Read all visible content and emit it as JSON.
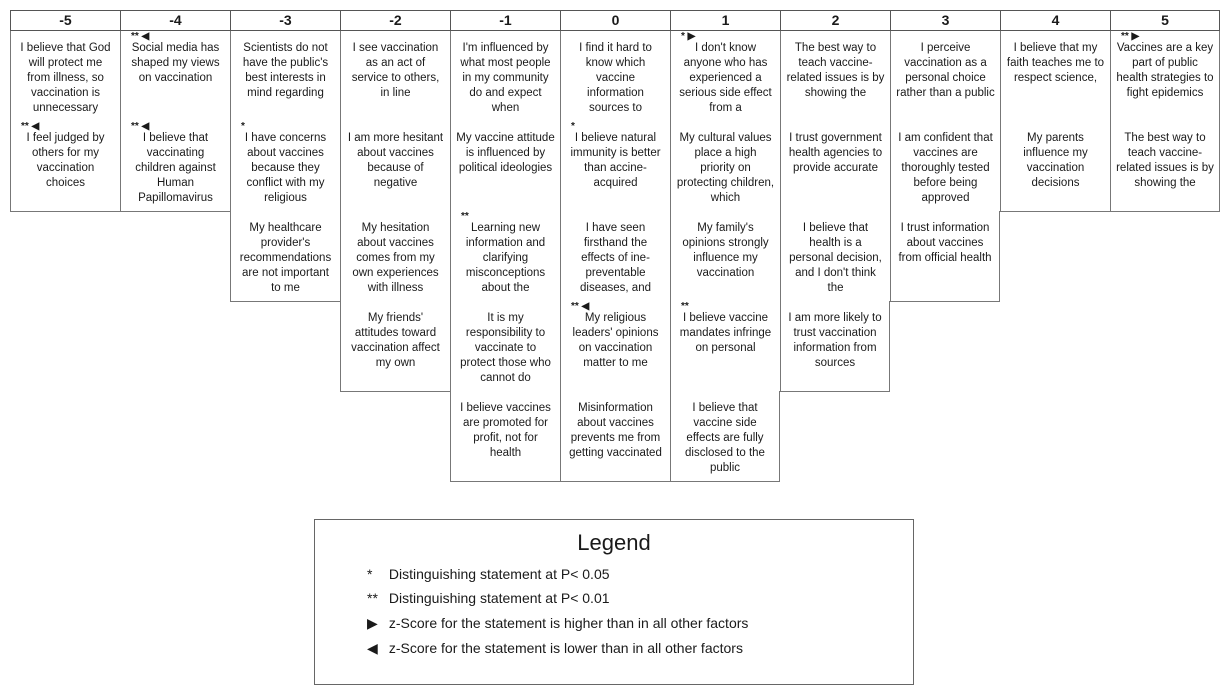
{
  "columns": [
    {
      "label": "-5",
      "cards": [
        {
          "marker": "",
          "text": "I believe that God will protect me from illness, so vaccination is unnecessary"
        },
        {
          "marker": "** ◀",
          "text": "I feel judged by others for my vaccination choices"
        }
      ]
    },
    {
      "label": "-4",
      "cards": [
        {
          "marker": "** ◀",
          "text": "Social media has shaped my views on vaccination"
        },
        {
          "marker": "** ◀",
          "text": "I believe that vaccinating children against Human Papillomavirus"
        }
      ]
    },
    {
      "label": "-3",
      "cards": [
        {
          "marker": "",
          "text": "Scientists do not have the public's best interests in mind regarding"
        },
        {
          "marker": "*",
          "text": "I have concerns about vaccines because they conflict with my religious"
        },
        {
          "marker": "",
          "text": "My healthcare provider's recommendations are not important to me"
        }
      ]
    },
    {
      "label": "-2",
      "cards": [
        {
          "marker": "",
          "text": "I see vaccination as an act of service to others, in line"
        },
        {
          "marker": "",
          "text": "I am more hesitant about vaccines because of negative"
        },
        {
          "marker": "",
          "text": "My hesitation about vaccines comes from my own experiences with illness"
        },
        {
          "marker": "",
          "text": "My friends' attitudes toward vaccination affect my own"
        }
      ]
    },
    {
      "label": "-1",
      "cards": [
        {
          "marker": "",
          "text": "I'm influenced by what most people in my community do and expect when"
        },
        {
          "marker": "",
          "text": "My vaccine attitude is influenced by political ideologies"
        },
        {
          "marker": "**",
          "text": "Learning new information and clarifying misconceptions about the"
        },
        {
          "marker": "",
          "text": "It is my responsibility to vaccinate to protect those who cannot do"
        },
        {
          "marker": "",
          "text": "I believe vaccines are promoted for profit, not for health"
        }
      ]
    },
    {
      "label": "0",
      "cards": [
        {
          "marker": "",
          "text": "I find it hard to know which vaccine information sources to"
        },
        {
          "marker": "*",
          "text": "I believe natural immunity is better than accine-acquired"
        },
        {
          "marker": "",
          "text": "I have seen firsthand the effects of ine-preventable diseases, and"
        },
        {
          "marker": "** ◀",
          "text": "My religious leaders' opinions on vaccination matter to me"
        },
        {
          "marker": "",
          "text": "Misinformation about vaccines prevents me from getting vaccinated"
        }
      ]
    },
    {
      "label": "1",
      "cards": [
        {
          "marker": "* ▶",
          "text": "I don't know anyone who has experienced a serious side effect from a"
        },
        {
          "marker": "",
          "text": "My cultural values place a high priority on protecting children, which"
        },
        {
          "marker": "",
          "text": "My family's opinions strongly influence my vaccination"
        },
        {
          "marker": "**",
          "text": "I believe vaccine mandates infringe on personal"
        },
        {
          "marker": "",
          "text": "I believe that vaccine side effects are fully disclosed to the public"
        }
      ]
    },
    {
      "label": "2",
      "cards": [
        {
          "marker": "",
          "text": "The best way to teach vaccine-related issues is by showing the"
        },
        {
          "marker": "",
          "text": "I trust government health agencies to provide accurate"
        },
        {
          "marker": "",
          "text": "I believe that health is a personal decision, and I don't think the"
        },
        {
          "marker": "",
          "text": "I am more likely to trust vaccination information from sources"
        }
      ]
    },
    {
      "label": "3",
      "cards": [
        {
          "marker": "",
          "text": "I perceive vaccination as a personal choice rather than a public"
        },
        {
          "marker": "",
          "text": "I am confident that vaccines are thoroughly tested before being approved"
        },
        {
          "marker": "",
          "text": "I trust information about vaccines from official health"
        }
      ]
    },
    {
      "label": "4",
      "cards": [
        {
          "marker": "",
          "text": "I believe that my faith teaches me to respect science,"
        },
        {
          "marker": "",
          "text": "My parents influence my vaccination decisions"
        }
      ]
    },
    {
      "label": "5",
      "cards": [
        {
          "marker": "** ▶",
          "text": "Vaccines are a key part of public health strategies to fight epidemics"
        },
        {
          "marker": "",
          "text": "The best way to teach vaccine-related issues is by showing the"
        }
      ]
    }
  ],
  "legend": {
    "title": "Legend",
    "items": [
      {
        "symbol": "*",
        "text": "Distinguishing statement at P< 0.05"
      },
      {
        "symbol": "**",
        "text": "Distinguishing statement at P< 0.01"
      },
      {
        "symbol": "▶",
        "text": "z-Score for the statement is higher than in all other factors"
      },
      {
        "symbol": "◀",
        "text": "z-Score for the statement is lower than in all other factors"
      }
    ]
  }
}
